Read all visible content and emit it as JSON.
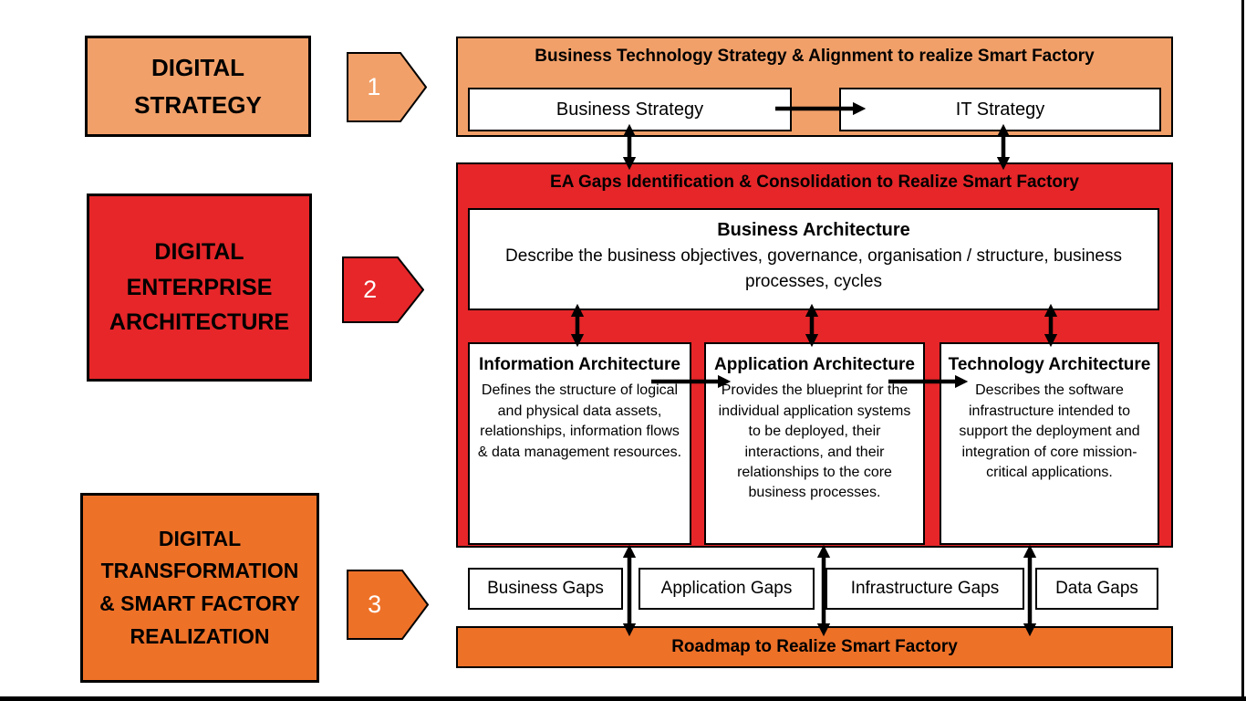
{
  "left_column": {
    "boxes": [
      "DIGITAL STRATEGY",
      "DIGITAL ENTERPRISE ARCHITECTURE",
      "DIGITAL TRANSFORMATION & SMART FACTORY REALIZATION"
    ],
    "steps": [
      "1",
      "2",
      "3"
    ]
  },
  "strategy_band": {
    "title": "Business Technology Strategy & Alignment to realize Smart Factory",
    "business_strategy_label": "Business Strategy",
    "it_strategy_label": "IT Strategy"
  },
  "ea_band": {
    "title": "EA Gaps Identification & Consolidation to Realize Smart Factory",
    "business_architecture": {
      "title": "Business Architecture",
      "description": "Describe the business objectives, governance, organisation / structure, business processes, cycles"
    },
    "columns": [
      {
        "title": "Information Architecture",
        "description": "Defines the structure of logical and physical data assets, relationships, information flows & data management resources."
      },
      {
        "title": "Application Architecture",
        "description": "Provides the blueprint for the individual application systems to be deployed, their interactions, and their relationships to the core business processes."
      },
      {
        "title": "Technology Architecture",
        "description": "Describes the software infrastructure intended to support the deployment and integration of core mission-critical applications."
      }
    ]
  },
  "gaps_row": {
    "items": [
      "Business Gaps",
      "Application Gaps",
      "Infrastructure Gaps",
      "Data Gaps"
    ]
  },
  "roadmap_band": {
    "title": "Roadmap to Realize Smart Factory"
  },
  "colors": {
    "light_orange": "#F2A069",
    "red": "#E62629",
    "dark_orange": "#EE7128",
    "box_fill": "#FFFFFF",
    "line": "#000000"
  }
}
